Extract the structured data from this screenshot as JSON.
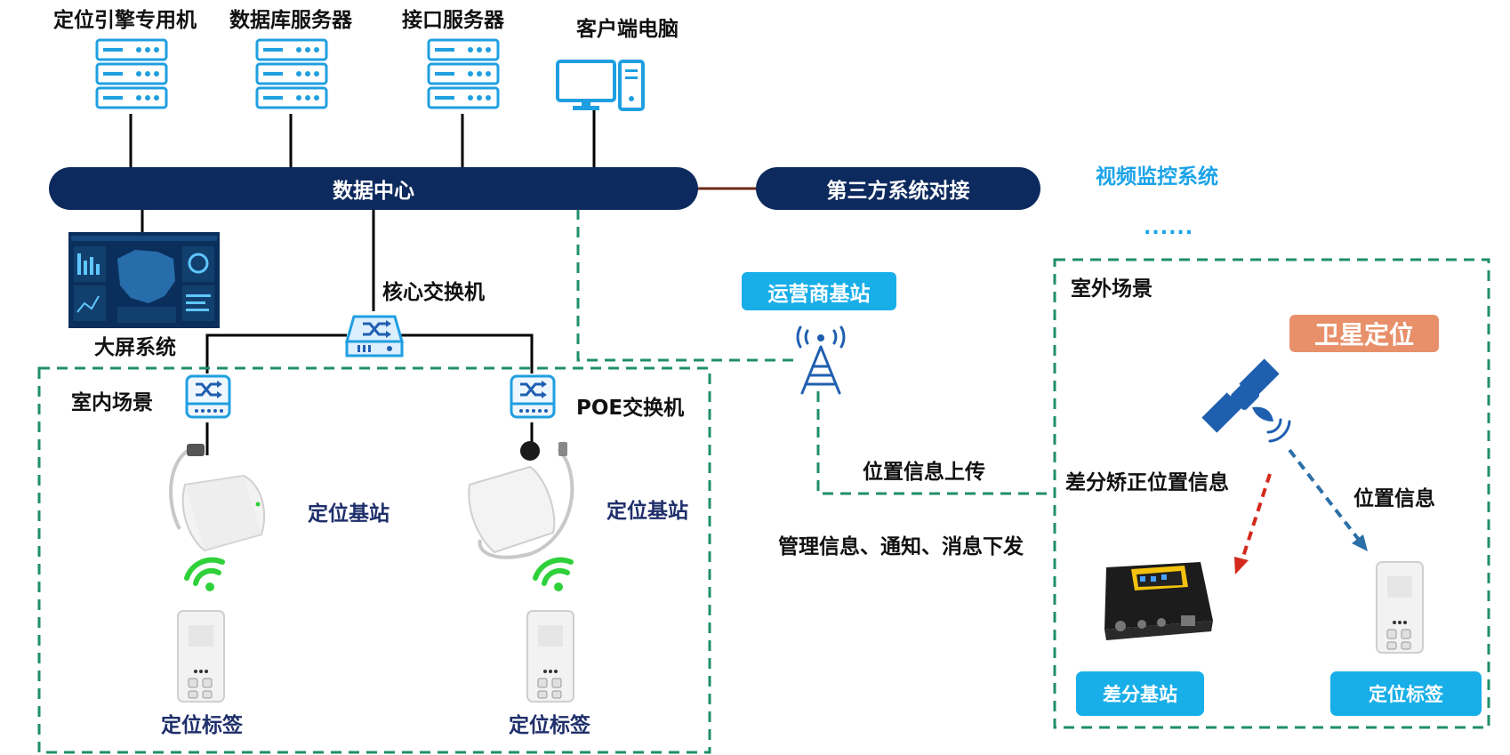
{
  "top": {
    "positioning_engine": "定位引擎专用机",
    "database_server": "数据库服务器",
    "interface_server": "接口服务器",
    "client_pc": "客户端电脑"
  },
  "data_center": "数据中心",
  "third_party": "第三方系统对接",
  "video_system": "视频监控系统",
  "ellipsis": "......",
  "big_screen": "大屏系统",
  "core_switch": "核心交换机",
  "operator_station": "运营商基站",
  "indoor": {
    "title": "室内场景",
    "poe_switch": "POE交换机",
    "base_station_left": "定位基站",
    "base_station_right": "定位基站",
    "tag_left": "定位标签",
    "tag_right": "定位标签"
  },
  "outdoor": {
    "title": "室外场景",
    "satellite": "卫星定位",
    "diff_correction": "差分矫正位置信息",
    "position_info": "位置信息",
    "diff_base": "差分基站",
    "tag": "定位标签"
  },
  "location_upload": "位置信息上传",
  "management_info": "管理信息、通知、消息下发",
  "colors": {
    "navy": "#0d2a5e",
    "icon_blue": "#1f9fe0",
    "dash_green": "#1f8f6a",
    "cyan_badge": "#18aee8",
    "orange_badge": "#e8906a",
    "wifi_green": "#2fd13a",
    "red_arrow": "#d42a1e",
    "blue_arrow": "#2a6fa8"
  }
}
